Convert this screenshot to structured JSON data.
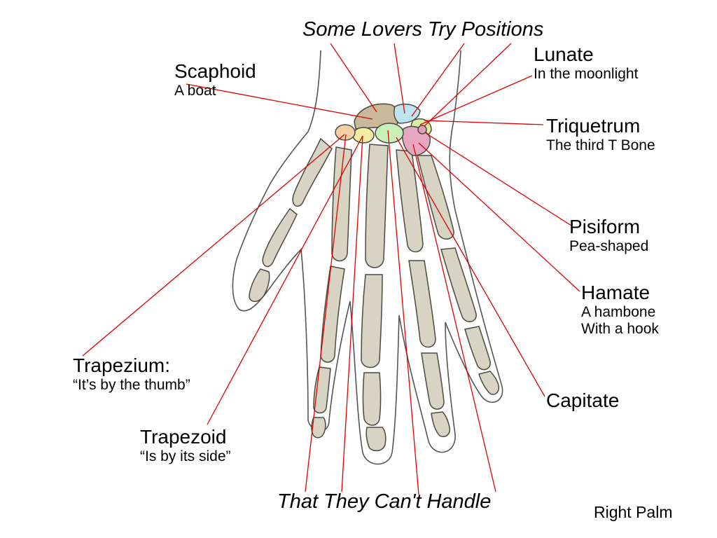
{
  "mnemonic": {
    "top": "Some Lovers Try Positions",
    "bottom": "That They Can't Handle"
  },
  "orientation": "Right Palm",
  "bones": {
    "scaphoid": {
      "name": "Scaphoid",
      "hint": "A boat"
    },
    "lunate": {
      "name": "Lunate",
      "hint": "In the moonlight"
    },
    "triquetrum": {
      "name": "Triquetrum",
      "hint": "The third T Bone"
    },
    "pisiform": {
      "name": "Pisiform",
      "hint": "Pea-shaped"
    },
    "hamate": {
      "name": "Hamate",
      "hint1": "A hambone",
      "hint2": "With a hook"
    },
    "capitate": {
      "name": "Capitate"
    },
    "trapezium": {
      "name": "Trapezium:",
      "hint": "“It’s by the thumb”"
    },
    "trapezoid": {
      "name": "Trapezoid",
      "hint": "“Is by its side”"
    }
  },
  "colors": {
    "leader": "#e00000",
    "bone_fill": "#d8d4c4",
    "bone_stroke": "#4a4a40",
    "scaphoid": "#c9b89a",
    "lunate": "#bfe3ef",
    "triquetrum": "#d9f0a0",
    "pisiform": "#e2a0b8",
    "hamate": "#e7a6c1",
    "capitate": "#c8f0b8",
    "trapezium": "#f3cfa6",
    "trapezoid": "#f3eda2"
  }
}
